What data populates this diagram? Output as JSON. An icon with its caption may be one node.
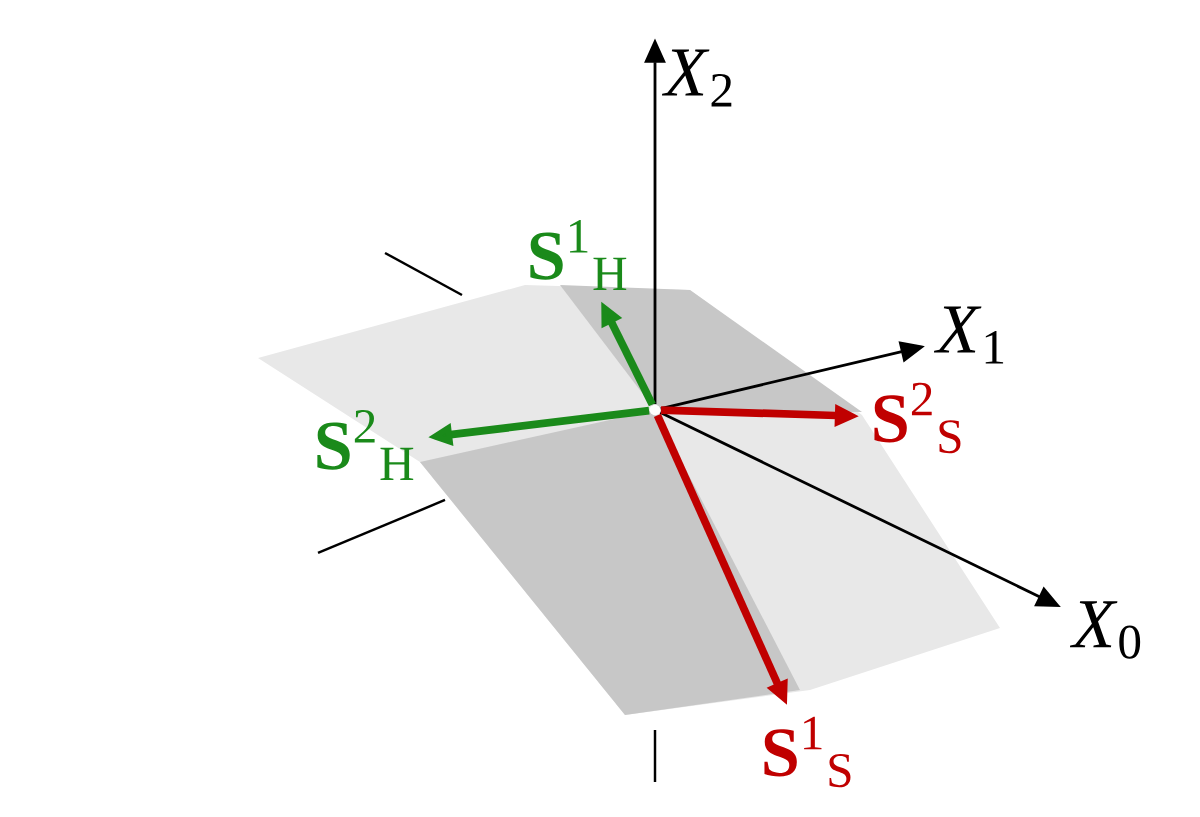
{
  "diagram": {
    "nodes": [
      {
        "text": [
          "*X*$_{2}$"
        ]
      },
      {
        "text": [
          "*X*$_{1}$"
        ]
      },
      {
        "text": [
          "*X*$_{0}$"
        ]
      },
      {
        "text": [
          "**S**$^{1}$$_{H}$"
        ]
      },
      {
        "text": [
          "**S**$^{2}$$_{H}$"
        ]
      },
      {
        "text": [
          "**S**$^{2}$$_{S}$"
        ]
      },
      {
        "text": [
          "**S**$^{1}$$_{S}$"
        ]
      },
      {
        "text": [],
        "shape": "point"
      }
    ],
    "edges": [
      {
        "from": 7,
        "to": 0,
        "arrow": "to"
      },
      {
        "from": 7,
        "to": 1,
        "arrow": "to"
      },
      {
        "from": 7,
        "to": 2,
        "arrow": "to"
      },
      {
        "from": 7,
        "to": 3,
        "arrow": "to",
        "color": "#1a8a1a"
      },
      {
        "from": 7,
        "to": 4,
        "arrow": "to",
        "color": "#1a8a1a"
      },
      {
        "from": 7,
        "to": 5,
        "arrow": "to",
        "color": "#c00000"
      },
      {
        "from": 7,
        "to": 6,
        "arrow": "to",
        "color": "#c00000"
      }
    ]
  }
}
